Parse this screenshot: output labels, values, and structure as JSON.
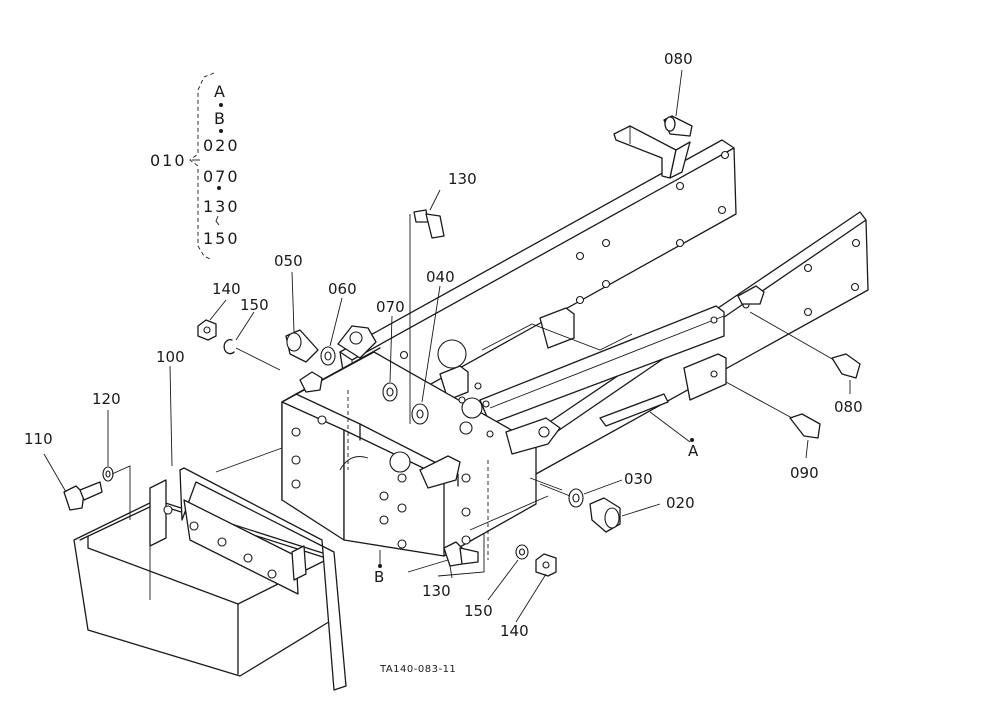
{
  "figure": {
    "reference_code": "TA140-083-11",
    "group_label": "010",
    "group_members": [
      "A",
      "B",
      "020",
      "070",
      "130",
      "150"
    ],
    "callouts": [
      "080",
      "130",
      "050",
      "060",
      "070",
      "040",
      "140",
      "150",
      "100",
      "120",
      "110",
      "080",
      "090",
      "030",
      "020",
      "130",
      "150",
      "140"
    ],
    "view_markers": [
      "A",
      "B"
    ]
  }
}
